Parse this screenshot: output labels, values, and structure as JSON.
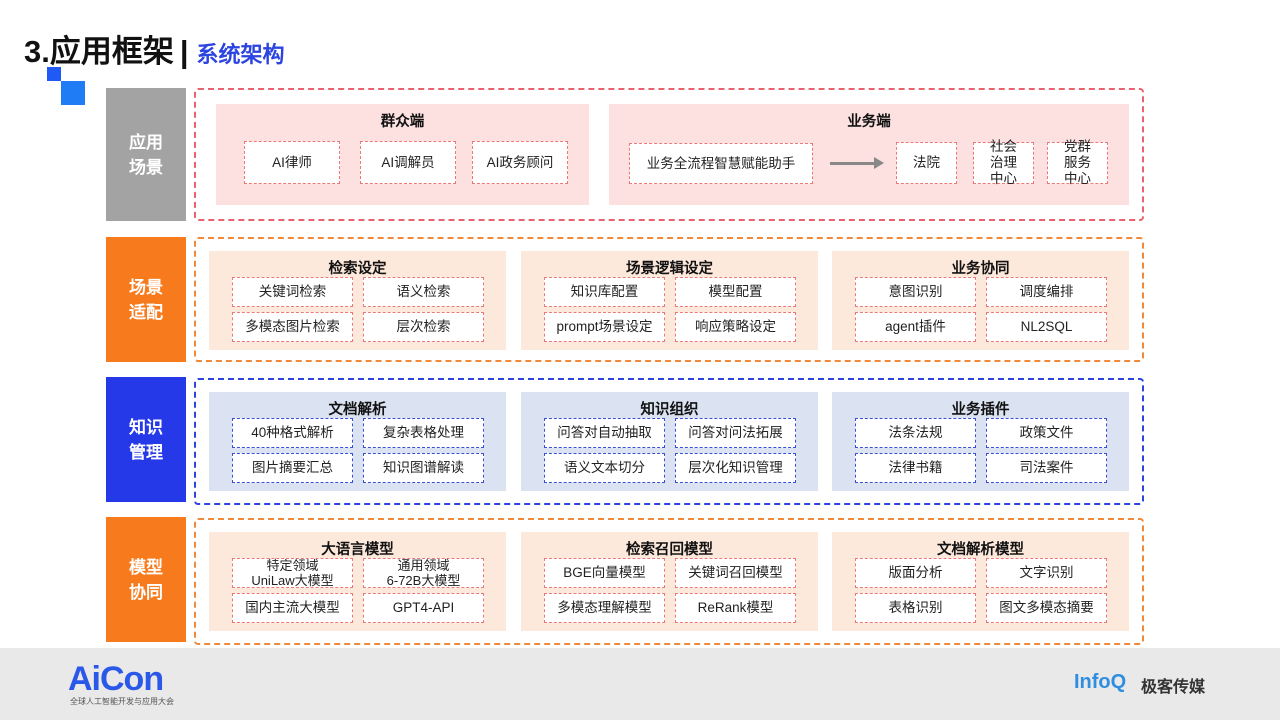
{
  "header": {
    "title": "3.应用框架",
    "separator": "|",
    "subtitle": "系统架构"
  },
  "layers": [
    {
      "label": "应用\n场景",
      "color": "#a3a3a3",
      "frame_color": "#e8636f",
      "panel_bg": "#fde1e1",
      "panels": [
        {
          "title": "群众端",
          "boxes": [
            "AI律师",
            "AI调解员",
            "AI政务顾问"
          ]
        },
        {
          "title": "业务端",
          "source": "业务全流程智慧赋能助手",
          "targets": [
            "法院",
            "社会\n治理\n中心",
            "党群\n服务\n中心"
          ]
        }
      ]
    },
    {
      "label": "场景\n适配",
      "color": "#f77b1d",
      "frame_color": "#f08a3a",
      "panel_bg": "#fde8dc",
      "panels": [
        {
          "title": "检索设定",
          "boxes": [
            "关键词检索",
            "语义检索",
            "多模态图片检索",
            "层次检索"
          ]
        },
        {
          "title": "场景逻辑设定",
          "boxes": [
            "知识库配置",
            "模型配置",
            "prompt场景设定",
            "响应策略设定"
          ]
        },
        {
          "title": "业务协同",
          "boxes": [
            "意图识别",
            "调度编排",
            "agent插件",
            "NL2SQL"
          ]
        }
      ]
    },
    {
      "label": "知识\n管理",
      "color": "#2539e8",
      "frame_color": "#2f44df",
      "panel_bg": "#dbe3f3",
      "panels": [
        {
          "title": "文档解析",
          "boxes": [
            "40种格式解析",
            "复杂表格处理",
            "图片摘要汇总",
            "知识图谱解读"
          ]
        },
        {
          "title": "知识组织",
          "boxes": [
            "问答对自动抽取",
            "问答对问法拓展",
            "语义文本切分",
            "层次化知识管理"
          ]
        },
        {
          "title": "业务插件",
          "boxes": [
            "法条法规",
            "政策文件",
            "法律书籍",
            "司法案件"
          ]
        }
      ]
    },
    {
      "label": "模型\n协同",
      "color": "#f77b1d",
      "frame_color": "#f08a3a",
      "panel_bg": "#fde8dc",
      "panels": [
        {
          "title": "大语言模型",
          "boxes": [
            "特定领域\nUniLaw大模型",
            "通用领域\n6-72B大模型",
            "国内主流大模型",
            "GPT4-API"
          ]
        },
        {
          "title": "检索召回模型",
          "boxes": [
            "BGE向量模型",
            "关键词召回模型",
            "多模态理解模型",
            "ReRank模型"
          ]
        },
        {
          "title": "文档解析模型",
          "boxes": [
            "版面分析",
            "文字识别",
            "表格识别",
            "图文多模态摘要"
          ]
        }
      ]
    }
  ],
  "footer": {
    "aicon_logo": "AiCon",
    "aicon_tagline": "全球人工智能开发与应用大会",
    "infoq_logo": "InfoQ",
    "geek_text": "极客传媒"
  }
}
